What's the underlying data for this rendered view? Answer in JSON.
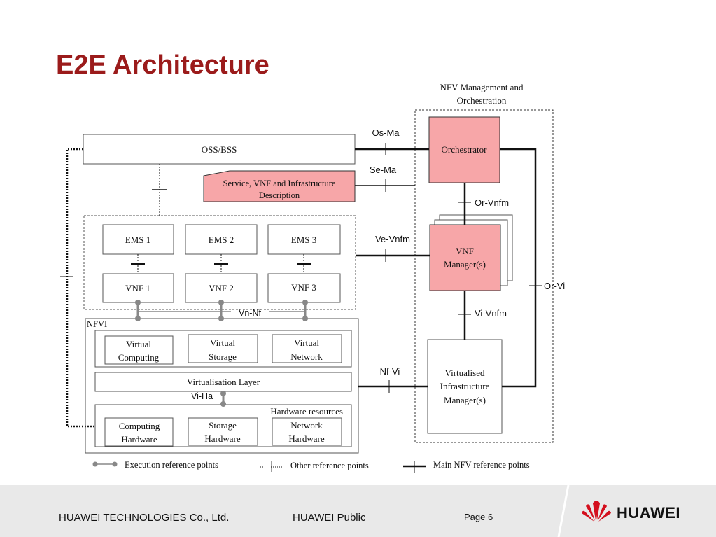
{
  "slide": {
    "title": "E2E Architecture"
  },
  "diagram": {
    "mano_label_line1": "NFV Management and",
    "mano_label_line2": "Orchestration",
    "oss_bss": "OSS/BSS",
    "orchestrator": "Orchestrator",
    "description_line1": "Service, VNF and Infrastructure",
    "description_line2": "Description",
    "ems": [
      "EMS 1",
      "EMS 2",
      "EMS 3"
    ],
    "vnf": [
      "VNF 1",
      "VNF 2",
      "VNF 3"
    ],
    "vnf_manager_line1": "VNF",
    "vnf_manager_line2": "Manager(s)",
    "vim_line1": "Virtualised",
    "vim_line2": "Infrastructure",
    "vim_line3": "Manager(s)",
    "nfvi": "NFVI",
    "virtual_computing": [
      "Virtual",
      "Computing"
    ],
    "virtual_storage": [
      "Virtual",
      "Storage"
    ],
    "virtual_network": [
      "Virtual",
      "Network"
    ],
    "virtualisation_layer": "Virtualisation Layer",
    "hardware_resources": "Hardware resources",
    "computing_hardware": [
      "Computing",
      "Hardware"
    ],
    "storage_hardware": [
      "Storage",
      "Hardware"
    ],
    "network_hardware": [
      "Network",
      "Hardware"
    ],
    "ref_points": {
      "os_ma": "Os-Ma",
      "se_ma": "Se-Ma",
      "or_vnfm": "Or-Vnfm",
      "ve_vnfm": "Ve-Vnfm",
      "or_vi": "Or-Vi",
      "vi_vnfm": "Vi-Vnfm",
      "vn_nf": "Vn-Nf",
      "nf_vi": "Nf-Vi",
      "vi_ha": "Vi-Ha"
    },
    "legend": {
      "execution": "Execution reference points",
      "other": "Other reference points",
      "main": "Main NFV reference points"
    },
    "colors": {
      "highlight_fill": "#f7a6a8",
      "highlight_stroke": "#c0392b"
    }
  },
  "footer": {
    "company": "HUAWEI TECHNOLOGIES Co., Ltd.",
    "classification": "HUAWEI Public",
    "page": "Page 6",
    "brand": "HUAWEI",
    "brand_color": "#d40f1e"
  }
}
